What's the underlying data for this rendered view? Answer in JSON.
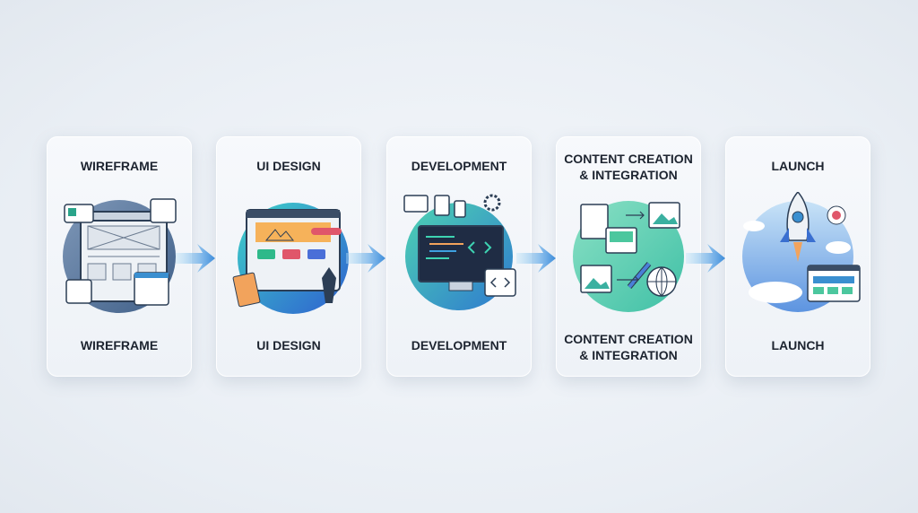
{
  "steps": [
    {
      "title": "WIREFRAME",
      "label": "WIREFRAME",
      "icon": "wireframe-layout-icon",
      "color": "#5a7ba3"
    },
    {
      "title": "UI DESIGN",
      "label": "UI DESIGN",
      "icon": "ui-design-palette-icon",
      "color": "#2a9fd8"
    },
    {
      "title": "DEVELOPMENT",
      "label": "DEVELOPMENT",
      "icon": "monitor-code-icon",
      "color": "#3fb5c8"
    },
    {
      "title": "CONTENT CREATION\n& INTEGRATION",
      "title_line1": "CONTENT CREATION",
      "title_line2": "& INTEGRATION",
      "label_line1": "CONTENT CREATION",
      "label_line2": "& INTEGRATION",
      "icon": "content-integration-icon",
      "color": "#6fd2b0"
    },
    {
      "title": "LAUNCH",
      "label": "LAUNCH",
      "icon": "rocket-launch-icon",
      "color": "#9cc6ec"
    }
  ],
  "arrow_color": "#3aa8e0"
}
